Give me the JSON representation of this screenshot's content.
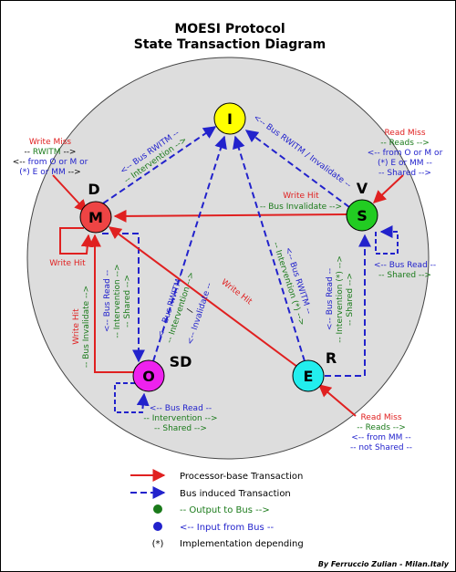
{
  "title": {
    "line1": "MOESI Protocol",
    "line2": "State Transaction Diagram"
  },
  "states": {
    "I": {
      "letter": "I",
      "color": "#ffff00"
    },
    "S": {
      "letter": "S",
      "tag": "V",
      "color": "#22cc22"
    },
    "M": {
      "letter": "M",
      "tag": "D",
      "color": "#ee4444"
    },
    "O": {
      "letter": "O",
      "tag": "SD",
      "color": "#ee22ee"
    },
    "E": {
      "letter": "E",
      "tag": "R",
      "color": "#22eeee"
    }
  },
  "colors": {
    "processor": "#e02020",
    "bus": "#2222cc",
    "output": "#1a7a1a",
    "input": "#2222cc"
  },
  "labels": {
    "write_miss_left": {
      "l1": "Write Miss",
      "l2_pre": "-- ",
      "l2_out": "RWITM",
      "l2_post": " -->",
      "l3_pre": "<-- ",
      "l3_in": "from O or M or",
      "l3_post": "",
      "l4_in": "(*) E or MM",
      "l4_post": " -->"
    },
    "bus_rwitm_intervention_mi": {
      "l1": "<-- Bus RWITM --",
      "l2": "-- Intervention -->"
    },
    "bus_rwitm_invalidate_si": {
      "l1": "<-- Bus RWITM / Invalidate --"
    },
    "read_miss_top": {
      "l1": "Read Miss",
      "l2": "-- Reads -->",
      "l3": "<-- from O or M or",
      "l4": "(*) E or MM --",
      "l5": "-- Shared -->"
    },
    "write_hit_s_to_m": {
      "l1": "Write Hit",
      "l2": "-- Bus Invalidate -->"
    },
    "write_hit_self": {
      "l1": "Write Hit"
    },
    "bus_read_shared_s": {
      "l1": "<-- Bus Read --",
      "l2": "-- Shared -->"
    },
    "m_to_o": {
      "l1": "<-- Bus Read --",
      "l2": "-- Intervention -->",
      "l3": "-- Shared -->"
    },
    "o_to_i": {
      "l1": "<-- Bus RWITM --",
      "l2": "-- Intervention -->",
      "l3": "/",
      "l4": "<-- Invalidate --"
    },
    "write_hit_e_to_m": {
      "l1": "Write Hit"
    },
    "e_to_i": {
      "l1": "<-- Bus RWITM --",
      "l2": "-- Intervention (*) -->"
    },
    "e_to_s": {
      "l1": "<-- Bus Read --",
      "l2": "-- Intervention (*) -->",
      "l3": "-- Shared -->"
    },
    "o_to_m": {
      "l1": "Write Hit",
      "l2": "-- Bus Invalidate -->"
    },
    "o_self": {
      "l1": "<-- Bus Read --",
      "l2": "-- Intervention -->",
      "l3": "-- Shared -->"
    },
    "read_miss_bottom": {
      "l1": "Read Miss",
      "l2": "-- Reads -->",
      "l3": "<-- from MM --",
      "l4": "-- not Shared --"
    }
  },
  "legend": {
    "processor": "Processor-base Transaction",
    "bus": "Bus induced Transaction",
    "output": "-- Output to Bus -->",
    "input": "<-- Input from Bus --",
    "star_symbol": "(*)",
    "star_text": "Implementation depending"
  },
  "credit": "By Ferruccio Zulian - Milan.Italy"
}
